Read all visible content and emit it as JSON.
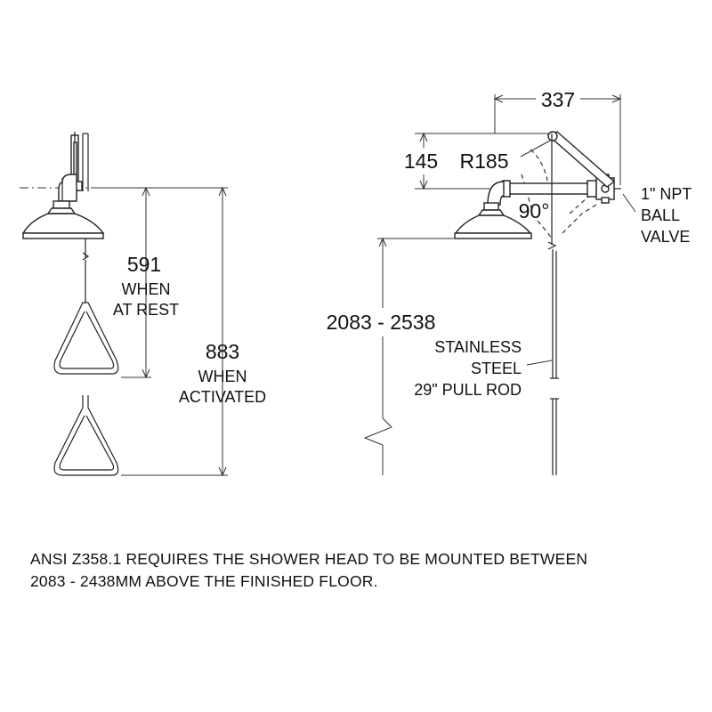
{
  "left_view": {
    "rest_dimension": "591",
    "rest_caption_line1": "WHEN",
    "rest_caption_line2": "AT REST",
    "activated_dimension": "883",
    "activated_caption_line1": "WHEN",
    "activated_caption_line2": "ACTIVATED"
  },
  "right_view": {
    "width_dimension": "337",
    "height_dimension": "145",
    "radius_dimension": "R185",
    "angle_dimension": "90°",
    "valve_label_line1": "1\" NPT",
    "valve_label_line2": "BALL",
    "valve_label_line3": "VALVE",
    "mounting_height": "2083 - 2538",
    "rod_label_line1": "STAINLESS",
    "rod_label_line2": "STEEL",
    "rod_label_line3": "29\" PULL ROD"
  },
  "note": {
    "line1": "ANSI Z358.1 REQUIRES THE SHOWER HEAD TO BE MOUNTED BETWEEN",
    "line2": "2083 - 2438MM ABOVE THE FINISHED FLOOR."
  }
}
